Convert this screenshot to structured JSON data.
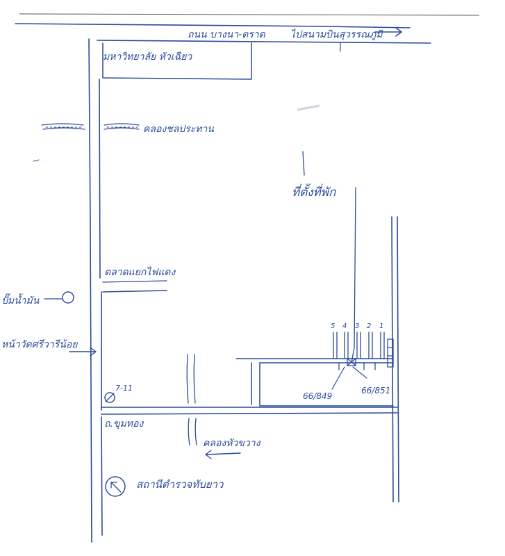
{
  "map": {
    "road_top": "ถนน บางนา-ตราด",
    "to_suvarnabhumi": "ไปสนามบินสุวรรณภูมิ",
    "university": "มหาวิทยาลัย หัวเฉียว",
    "canal_top": "คลองชลประทาน",
    "house_location": "ที่ตั้งที่พัก",
    "market_intersection": "ตลาดแยกไฟแดง",
    "gas_station": "ปั๊มน้ำมัน",
    "wat_sisri": "หน้าวัดศรีวารีน้อย",
    "seven_eleven": "7-11",
    "road_bottom": "ถ.ขุมทอง",
    "canal_bottom": "คลองหัวขวาง",
    "police_station": "สถานีตำรวจทับยาว",
    "house_no_left": "66/849",
    "house_no_right": "66/851",
    "plot_numbers": [
      "5",
      "4",
      "3",
      "2",
      "1"
    ]
  },
  "colors": {
    "ink": "#2a4a9c",
    "paper": "#ffffff"
  }
}
